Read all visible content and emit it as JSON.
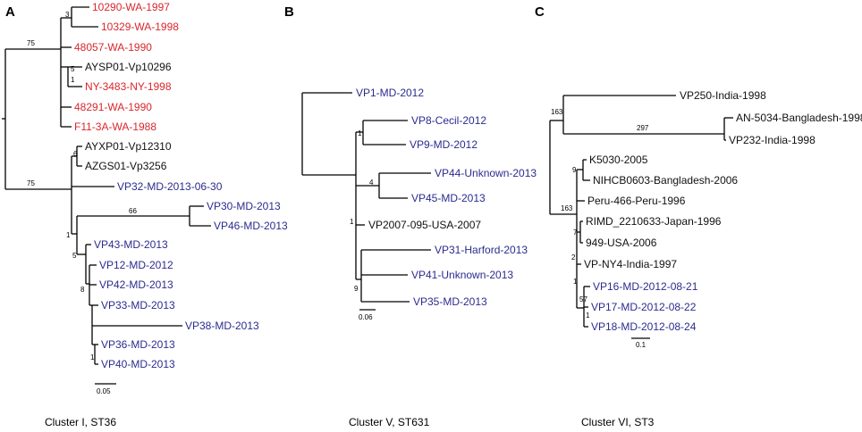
{
  "colors": {
    "red": "#d9262d",
    "blue": "#2b2b8f",
    "black": "#111111"
  },
  "panels": {
    "A": {
      "letter": "A",
      "caption": "Cluster I, ST36",
      "scale": "0.05",
      "leaves": [
        {
          "label": "10290-WA-1997",
          "color": "red"
        },
        {
          "label": "10329-WA-1998",
          "color": "red"
        },
        {
          "label": "48057-WA-1990",
          "color": "red"
        },
        {
          "label": "AYSP01-Vp10296",
          "color": "black"
        },
        {
          "label": "NY-3483-NY-1998",
          "color": "red"
        },
        {
          "label": "48291-WA-1990",
          "color": "red"
        },
        {
          "label": "F11-3A-WA-1988",
          "color": "red"
        },
        {
          "label": "AYXP01-Vp12310",
          "color": "black"
        },
        {
          "label": "AZGS01-Vp3256",
          "color": "black"
        },
        {
          "label": "VP32-MD-2013-06-30",
          "color": "blue"
        },
        {
          "label": "VP30-MD-2013",
          "color": "blue"
        },
        {
          "label": "VP46-MD-2013",
          "color": "blue"
        },
        {
          "label": "VP43-MD-2013",
          "color": "blue"
        },
        {
          "label": "VP12-MD-2012",
          "color": "blue"
        },
        {
          "label": "VP42-MD-2013",
          "color": "blue"
        },
        {
          "label": "VP33-MD-2013",
          "color": "blue"
        },
        {
          "label": "VP38-MD-2013",
          "color": "blue"
        },
        {
          "label": "VP36-MD-2013",
          "color": "blue"
        },
        {
          "label": "VP40-MD-2013",
          "color": "blue"
        }
      ],
      "support": [
        "3",
        "75",
        "5",
        "1",
        "6",
        "75",
        "1",
        "66",
        "5",
        "8",
        "1"
      ]
    },
    "B": {
      "letter": "B",
      "caption": "Cluster V, ST631",
      "scale": "0.06",
      "leaves": [
        {
          "label": "VP1-MD-2012",
          "color": "blue"
        },
        {
          "label": "VP8-Cecil-2012",
          "color": "blue"
        },
        {
          "label": "VP9-MD-2012",
          "color": "blue"
        },
        {
          "label": "VP44-Unknown-2013",
          "color": "blue"
        },
        {
          "label": "VP45-MD-2013",
          "color": "blue"
        },
        {
          "label": "VP2007-095-USA-2007",
          "color": "black"
        },
        {
          "label": "VP31-Harford-2013",
          "color": "blue"
        },
        {
          "label": "VP41-Unknown-2013",
          "color": "blue"
        },
        {
          "label": "VP35-MD-2013",
          "color": "blue"
        }
      ],
      "support": [
        "1",
        "4",
        "1",
        "9"
      ]
    },
    "C": {
      "letter": "C",
      "caption": "Cluster VI, ST3",
      "scale": "0.1",
      "leaves": [
        {
          "label": "VP250-India-1998",
          "color": "black"
        },
        {
          "label": "AN-5034-Bangladesh-1998",
          "color": "black"
        },
        {
          "label": "VP232-India-1998",
          "color": "black"
        },
        {
          "label": "K5030-2005",
          "color": "black"
        },
        {
          "label": "NIHCB0603-Bangladesh-2006",
          "color": "black"
        },
        {
          "label": "Peru-466-Peru-1996",
          "color": "black"
        },
        {
          "label": "RIMD_2210633-Japan-1996",
          "color": "black"
        },
        {
          "label": "949-USA-2006",
          "color": "black"
        },
        {
          "label": "VP-NY4-India-1997",
          "color": "black"
        },
        {
          "label": "VP16-MD-2012-08-21",
          "color": "blue"
        },
        {
          "label": "VP17-MD-2012-08-22",
          "color": "blue"
        },
        {
          "label": "VP18-MD-2012-08-24",
          "color": "blue"
        }
      ],
      "support": [
        "163",
        "297",
        "9",
        "163",
        "7",
        "2",
        "1",
        "57",
        "1"
      ]
    }
  }
}
